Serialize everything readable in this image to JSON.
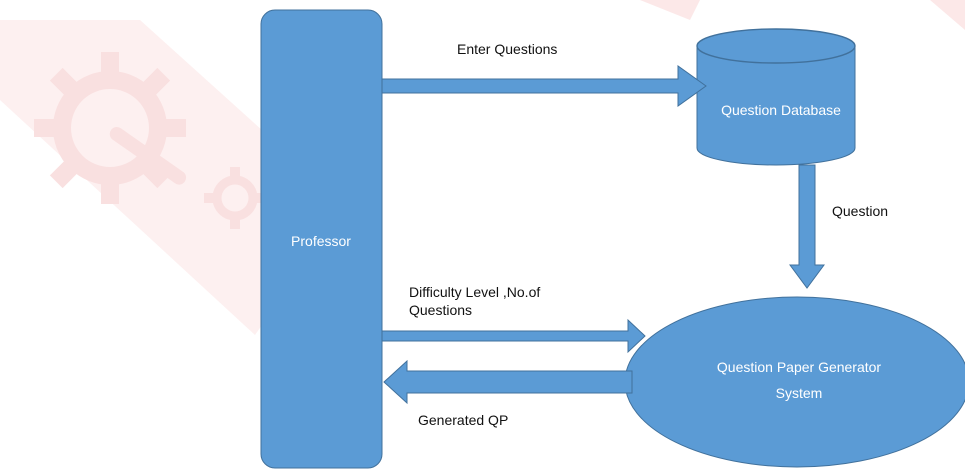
{
  "colors": {
    "fill": "#5b9bd5",
    "stroke": "#41719c",
    "text_on_shape": "#ffffff",
    "label_text": "#111111",
    "watermark": "#f7d0d0"
  },
  "diagram": {
    "nodes": {
      "professor": {
        "label": "Professor"
      },
      "database": {
        "label": "Question Database"
      },
      "generator": {
        "label_line1": "Question Paper Generator",
        "label_line2": "System"
      }
    },
    "edges": {
      "enter_questions": {
        "label": "Enter Questions"
      },
      "question": {
        "label": "Question"
      },
      "difficulty": {
        "label": "Difficulty Level ,No.of Questions"
      },
      "generated_qp": {
        "label": "Generated QP"
      }
    }
  },
  "watermark": {
    "icon": "gears-logo-watermark"
  }
}
